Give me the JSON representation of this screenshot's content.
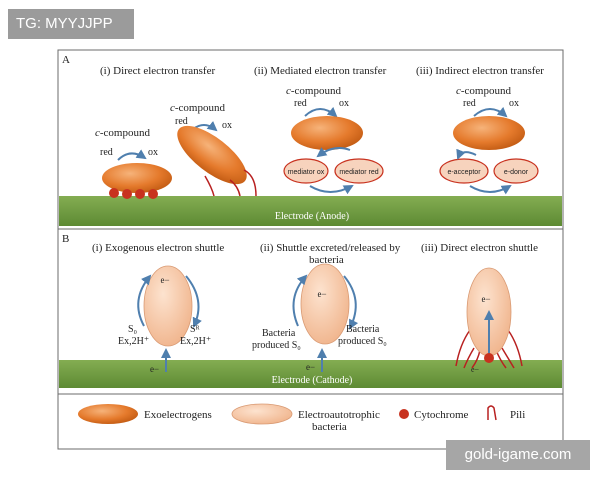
{
  "tag": "TG: MYYJJPP",
  "watermark": "gold-igame.com",
  "panel_a": {
    "letter": "A",
    "titles": [
      "(i) Direct electron transfer",
      "(ii) Mediated electron transfer",
      "(iii) Indirect electron transfer"
    ],
    "compound": "c-compound",
    "compound_prefix": "c",
    "compound_suffix": "-compound",
    "red": "red",
    "ox": "ox",
    "mediator_ox": "mediator ox",
    "mediator_red": "mediator red",
    "e_acceptor": "e-acceptor",
    "e_donor": "e-donor",
    "electrode": "Electrode (Anode)"
  },
  "panel_b": {
    "letter": "B",
    "titles": [
      "(i) Exogenous electron shuttle",
      "(ii) Shuttle excreted/released by",
      "bacteria",
      "(iii) Direct electron shuttle"
    ],
    "electron": "e−",
    "s0": "S₀",
    "sr": "Sᴿ",
    "ex2h": "Ex,2H⁺",
    "bacteria": "Bacteria",
    "produced_s0": "produced S₀",
    "electrode": "Electrode (Cathode)"
  },
  "legend": {
    "exo": "Exoelectrogens",
    "electro_1": "Electroautotrophic",
    "electro_2": "bacteria",
    "cyto": "Cytochrome",
    "pili": "Pili"
  },
  "colors": {
    "electrode": "#6f9a3f",
    "exoelectrogen": "#e2792c",
    "electroautotroph": "#f3c7a6",
    "arrow": "#4f7fae",
    "cytochrome": "#c8321f",
    "pili": "#b82020"
  }
}
